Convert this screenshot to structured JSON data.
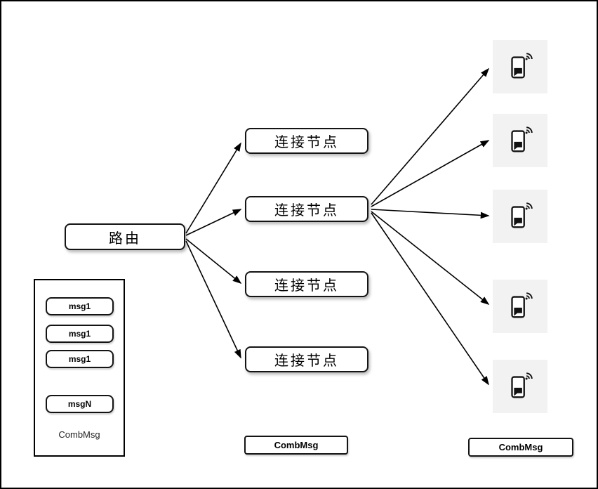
{
  "router": {
    "label": "路由"
  },
  "nodes": [
    {
      "label": "连接节点"
    },
    {
      "label": "连接节点"
    },
    {
      "label": "连接节点"
    },
    {
      "label": "连接节点"
    }
  ],
  "stack": {
    "items": [
      "msg1",
      "msg1",
      "msg1",
      "msgN"
    ],
    "caption": "CombMsg"
  },
  "labels": {
    "node_comb": "CombMsg",
    "device_comb": "CombMsg"
  },
  "icons": {
    "device": "smartphone-signal-icon"
  },
  "colors": {
    "box_border": "#141414",
    "device_tile_bg": "#f2f2f2",
    "arrow": "#000000"
  }
}
